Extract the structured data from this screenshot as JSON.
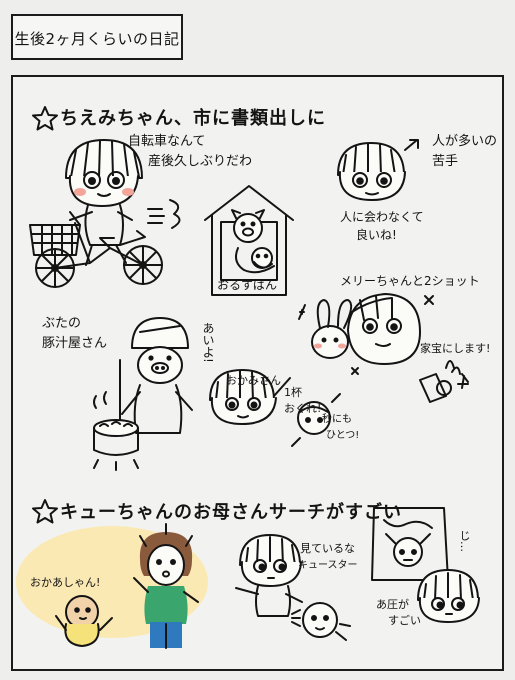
{
  "header": {
    "title": "生後2ヶ月くらいの日記"
  },
  "section1": {
    "heading": "ちえみちゃん、市に書類出しに",
    "bike_note_line1": "自転車なんて",
    "bike_note_line2": "産後久しぶりだわ",
    "crowd_note_line1": "人が多いの",
    "crowd_note_line2": "苦手",
    "nobody_note_line1": "人に会わなくて",
    "nobody_note_line2": "良いね!",
    "house_sign": "おるすばん",
    "merry_note": "メリーちゃんと2ショット",
    "treasure_note": "家宝にします!",
    "butcher_note_line1": "ぶたの",
    "butcher_note_line2": "豚汁屋さん",
    "aiyo_note": "あいよ!",
    "okami_note": "おかみさん",
    "ippai_line1": "1杯",
    "ippai_line2": "おくれ!",
    "hitotsu_line1": "秒にも",
    "hitotsu_line2": "ひとつ!"
  },
  "section2": {
    "heading": "キューちゃんのお母さんサーチがすごい",
    "okaasan_note": "おかあしゃん!",
    "looking_line1": "見ているな",
    "looking_line2": "キュースター",
    "ji_note": "じ…",
    "atsu_line1": "あ圧が",
    "atsu_line2": "すごい"
  },
  "colors": {
    "ink": "#141414",
    "background": "#eeeeec",
    "cheek": "#f3a59a",
    "highlight_yellow": "#fbe9b4",
    "mom_shirt_green": "#3aa66d",
    "mom_pants_blue": "#2f79bf",
    "mom_hair_brown": "#8a5a3c",
    "baby_skin": "#f2d2a8",
    "baby_shirt_yellow": "#f6e27a"
  },
  "icons": {
    "section_marker": "star-icon",
    "sparkle": "sparkle-icon"
  }
}
